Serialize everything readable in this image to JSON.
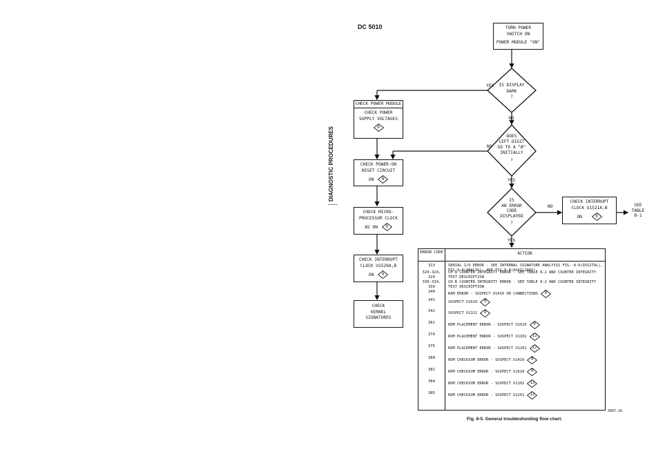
{
  "header": {
    "model": "DC 5010"
  },
  "side_label": "DIAGNOSTIC PROCEDURES",
  "boxes": {
    "power_on": [
      "TURN POWER",
      "SWITCH ON",
      "POWER MODULE \"ON\""
    ],
    "check_power_module_title": "CHECK POWER MODULE",
    "check_power_supply": [
      "CHECK POWER",
      "SUPPLY VOLTAGES"
    ],
    "check_power_on_reset": [
      "CHECK POWER-ON",
      "RESET CIRCUIT"
    ],
    "check_power_on_reset_on": "ON",
    "check_microprocessor": [
      "CHECK MICRO-",
      "PROCESSOR CLOCK"
    ],
    "check_microprocessor_on": "Ø2 ON",
    "check_interrupt_left": [
      "CHECK INTERRUPT",
      "CLOCK U1520A,B"
    ],
    "check_interrupt_left_on": "ON",
    "check_kernel": [
      "CHECK",
      "KERNEL",
      "SIGNATURES"
    ],
    "check_interrupt_right": [
      "CHECK INTERRUPT",
      "CLOCK U1521A,B"
    ],
    "check_interrupt_right_on": "ON"
  },
  "decisions": {
    "display_dark": [
      "IS DISPLAY",
      "DARK",
      "?"
    ],
    "left_digit": [
      "DOES",
      "LEFT DIGIT",
      "GO TO A \"Ø\"",
      "INITIALLY",
      "?"
    ],
    "error_code": [
      "IS",
      "AN ERROR",
      "CODE",
      "DISPLAYED",
      "?"
    ]
  },
  "labels": {
    "yes1": "YES",
    "no1": "NO",
    "no2": "NO",
    "yes2": "YES",
    "no3": "NO",
    "yes3": "YES",
    "see_table": [
      "SEE",
      "TABLE",
      "8-1"
    ]
  },
  "page_refs": {
    "nine": "9",
    "twelve": "12"
  },
  "table": {
    "headers": [
      "ERROR CODE",
      "ACTION"
    ],
    "rows": [
      {
        "code": "313",
        "action": "SERIAL I/O ERROR - SEE INTERNAL SIGNATURE ANALYSIS FIG. 8-6(DIGITAL), FIG.8-8(ANALOG), AND FIG.8-8(AUXILIARY).",
        "ref": ""
      },
      {
        "code": "320-324, 329",
        "action": "CH A COUNTER INTEGRITY ERROR - SEE TABLE 8-2 AND COUNTER INTEGRITY TEXT DESCRIPTION",
        "ref": ""
      },
      {
        "code": "330-334, 339",
        "action": "CH B COUNTER INTEGRITY ERROR - SEE TABLE 8-2 AND COUNTER INTEGRITY TEST DESCRIPTION",
        "ref": ""
      },
      {
        "code": "340",
        "action": "RAM ERROR - SUSPECT U1410 OR CONNECTIONS",
        "ref": "9"
      },
      {
        "code": "341",
        "action": "SUSPECT U1610",
        "ref": "9"
      },
      {
        "code": "342",
        "action": "SUSPECT U1311",
        "ref": "9"
      },
      {
        "code": "361",
        "action": "ROM PLACEMENT ERROR - SUSPECT U1610",
        "ref": "9"
      },
      {
        "code": "374",
        "action": "ROM PLACEMENT ERROR - SUSPECT U1102",
        "ref": "12"
      },
      {
        "code": "375",
        "action": "ROM PLACEMENT ERROR - SUSPECT U1201",
        "ref": "12"
      },
      {
        "code": "380",
        "action": "ROM CHECKSUM ERROR - SUSPECT U1410",
        "ref": "9"
      },
      {
        "code": "381",
        "action": "ROM CHECKSUM ERROR - SUSPECT U1610",
        "ref": "9"
      },
      {
        "code": "384",
        "action": "ROM CHECKSUM ERROR - SUSPECT U1102",
        "ref": "12"
      },
      {
        "code": "385",
        "action": "ROM CHECKSUM ERROR - SUSPECT U1201",
        "ref": "12"
      }
    ]
  },
  "figure_id": "3897-26",
  "caption": "Fig. 8-5. General troubleshooting flow chart."
}
